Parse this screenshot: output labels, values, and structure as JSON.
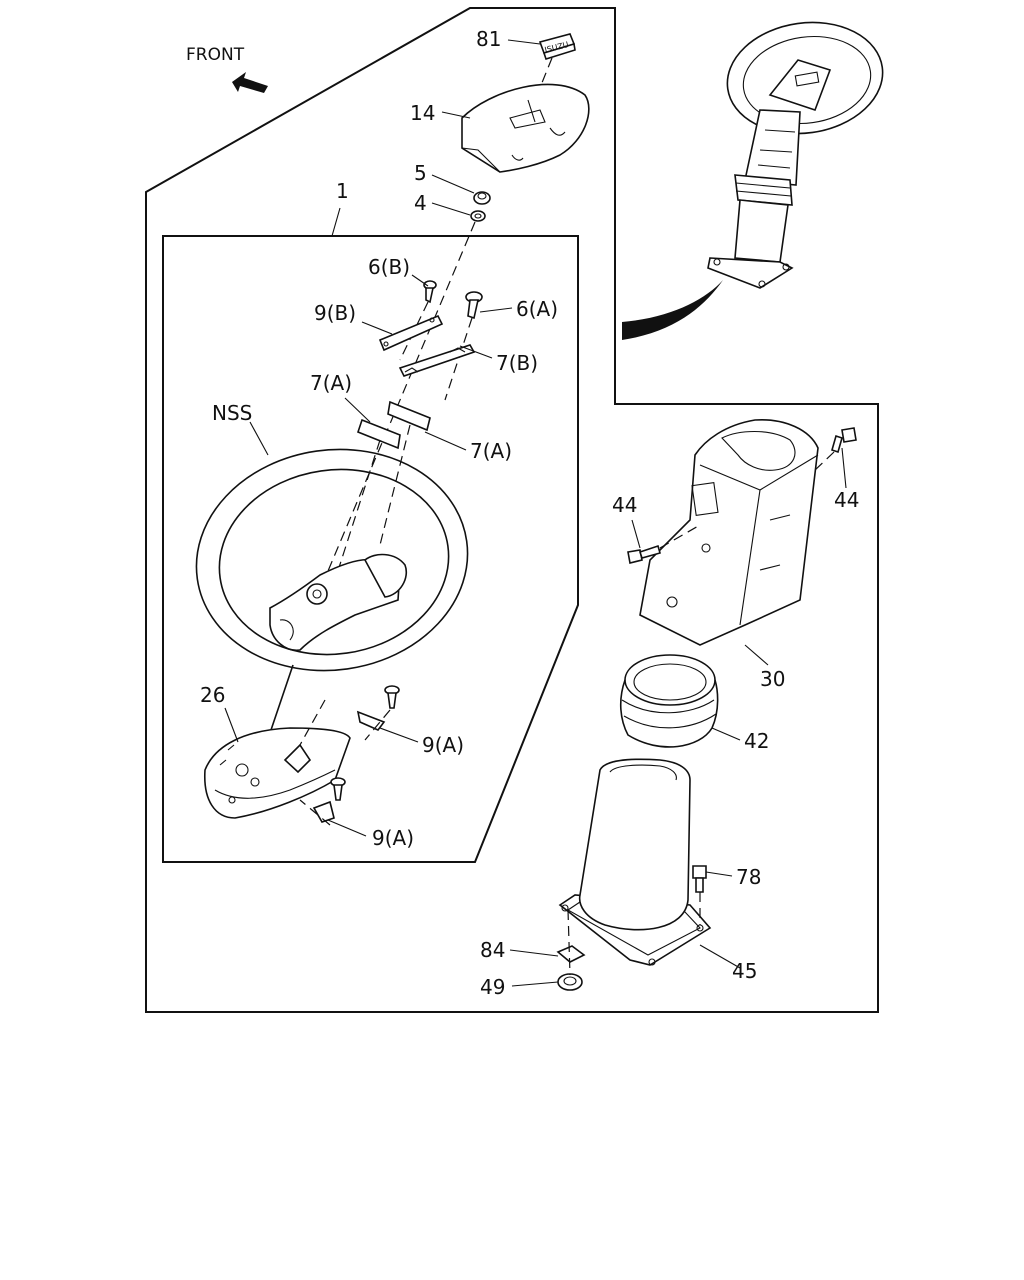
{
  "front_label": "FRONT",
  "labels": {
    "l81": "81",
    "l14": "14",
    "l5": "5",
    "l4": "4",
    "l1": "1",
    "l6b": "6(B)",
    "l6a": "6(A)",
    "l9b": "9(B)",
    "l7b": "7(B)",
    "l7a_left": "7(A)",
    "l7a_right": "7(A)",
    "lnss": "NSS",
    "l26": "26",
    "l9a_upper": "9(A)",
    "l9a_lower": "9(A)",
    "l44_left": "44",
    "l44_right": "44",
    "l30": "30",
    "l42": "42",
    "l78": "78",
    "l84": "84",
    "l45": "45",
    "l49": "49"
  },
  "badge_text": "ISUZU"
}
